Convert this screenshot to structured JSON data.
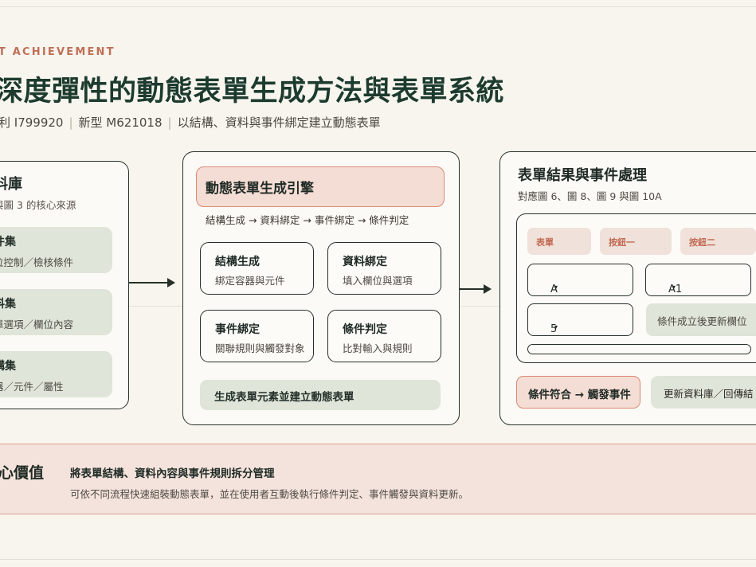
{
  "header": {
    "eyebrow": "T ACHIEVEMENT",
    "title": "深度彈性的動態表單生成方法與表單系統",
    "patent_1": "利 I799920",
    "patent_2": "新型 M621018",
    "summary": "以結構、資料與事件綁定建立動態表單",
    "separator": "|"
  },
  "left_panel": {
    "title": "料庫",
    "subtitle": "與圖 3 的核心來源",
    "cards": [
      {
        "title": "件集",
        "desc": "位控制／檢核條件"
      },
      {
        "title": "料集",
        "desc": "單選項／欄位內容"
      },
      {
        "title": "構集",
        "desc": "器／元件／屬性"
      }
    ]
  },
  "engine_panel": {
    "title": "動態表單生成引擎",
    "flow": "結構生成 → 資料綁定 → 事件綁定 → 條件判定",
    "steps": [
      {
        "title": "結構生成",
        "desc": "綁定容器與元件"
      },
      {
        "title": "資料綁定",
        "desc": "填入欄位與選項"
      },
      {
        "title": "事件綁定",
        "desc": "關聯規則與觸發對象"
      },
      {
        "title": "條件判定",
        "desc": "比對輸入與規則"
      }
    ],
    "output": "生成表單元素並建立動態表單"
  },
  "result_panel": {
    "title": "表單結果與事件處理",
    "subtitle": "對應圖 6、圖 8、圖 9 與圖 10A",
    "tabs": [
      "表單",
      "按鈕一",
      "按鈕二"
    ],
    "select_a": "A",
    "select_a1": "A1",
    "select_5": "5",
    "caret": "▾",
    "update_note": "條件成立後更新欄位",
    "trigger": "條件符合 → 觸發事件",
    "db_update": "更新資料庫／回傳結"
  },
  "value_band": {
    "title": "心價值",
    "headline": "將表單結構、資料內容與事件規則拆分管理",
    "description": "可依不同流程快速組裝動態表單，並在使用者互動後執行條件判定、事件觸發與資料更新。"
  }
}
